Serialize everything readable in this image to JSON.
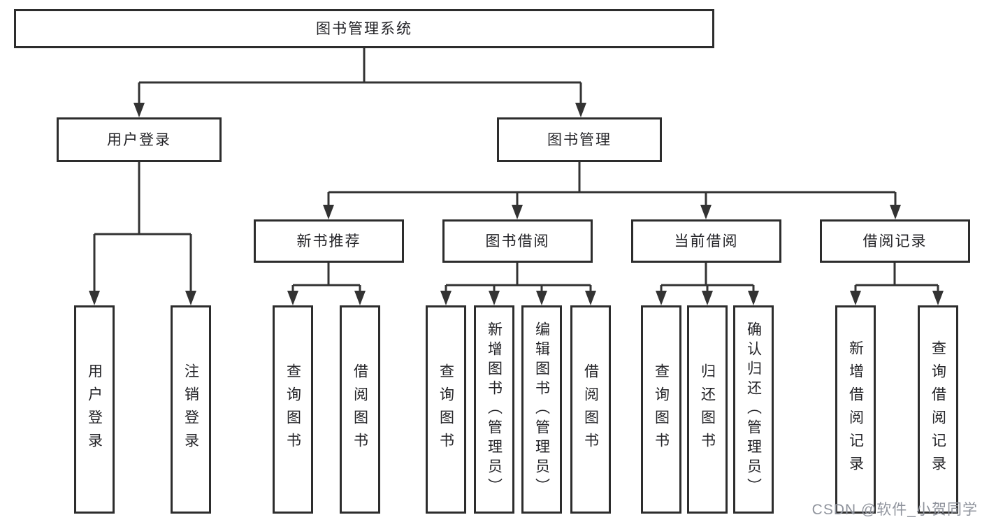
{
  "tree": {
    "root": {
      "label": "图书管理系统"
    },
    "level2": [
      {
        "label": "用户登录",
        "leaves": [
          "用户登录",
          "注销登录"
        ]
      },
      {
        "label": "图书管理",
        "children": [
          {
            "label": "新书推荐",
            "leaves": [
              "查询图书",
              "借阅图书"
            ]
          },
          {
            "label": "图书借阅",
            "leaves": [
              "查询图书",
              "新增图书（管理员）",
              "编辑图书（管理员）",
              "借阅图书"
            ]
          },
          {
            "label": "当前借阅",
            "leaves": [
              "查询图书",
              "归还图书",
              "确认归还（管理员）"
            ]
          },
          {
            "label": "借阅记录",
            "leaves": [
              "新增借阅记录",
              "查询借阅记录"
            ]
          }
        ]
      }
    ]
  },
  "watermark": {
    "text": "CSDN @软件_小贺同学"
  },
  "colors": {
    "line": "#333333",
    "box_border": "#2d2d2d",
    "text": "#242428",
    "watermark": "#8f939c",
    "background": "#ffffff"
  }
}
